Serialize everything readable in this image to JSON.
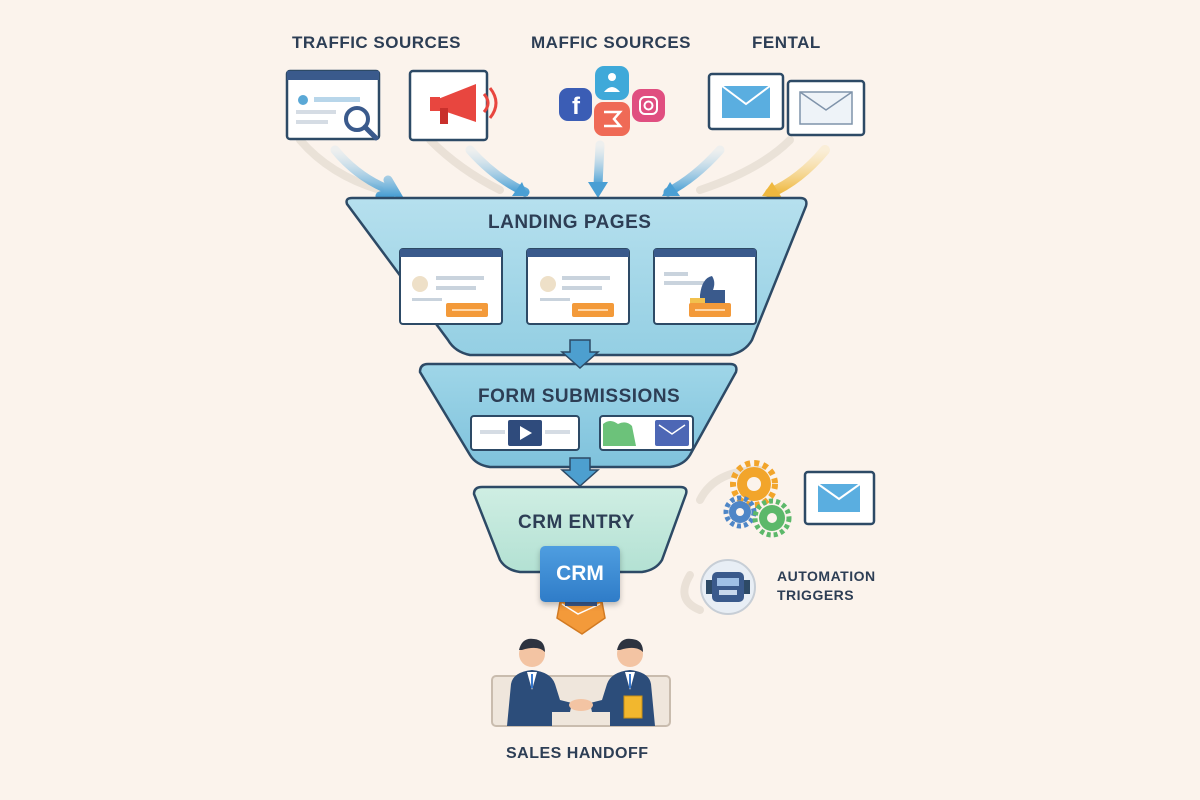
{
  "headers": {
    "traffic_sources": "TRAFFIC SOURCES",
    "maffic_sources": "MAFFIC SOURCES",
    "fental": "FENTAL"
  },
  "funnel": {
    "landing_pages": "LANDING PAGES",
    "form_submissions": "FORM SUBMISSIONS",
    "crm_entry": "CRM ENTRY",
    "crm_badge": "CRM"
  },
  "side": {
    "automation_line1": "AUTOMATION",
    "automation_line2": "TRIGGERS"
  },
  "footer": {
    "sales_handoff": "SALES HANDOFF"
  },
  "icons": {
    "search": "search-window-icon",
    "megaphone": "megaphone-icon",
    "social": [
      "facebook-icon",
      "user-icon",
      "social-bubble-icon",
      "instagram-icon"
    ],
    "email": [
      "envelope-icon",
      "envelope-icon"
    ],
    "gears": "gears-icon",
    "robot": "robot-icon",
    "handshake": "handshake-icon"
  },
  "colors": {
    "funnel_top": "#a8d8e8",
    "funnel_mid": "#8dcbe0",
    "funnel_crm": "#c4e8dc",
    "outline": "#2d4a66",
    "accent_orange": "#f39a3a",
    "arrow_blue": "#5aa8d6",
    "arrow_yellow": "#f2c14e"
  }
}
